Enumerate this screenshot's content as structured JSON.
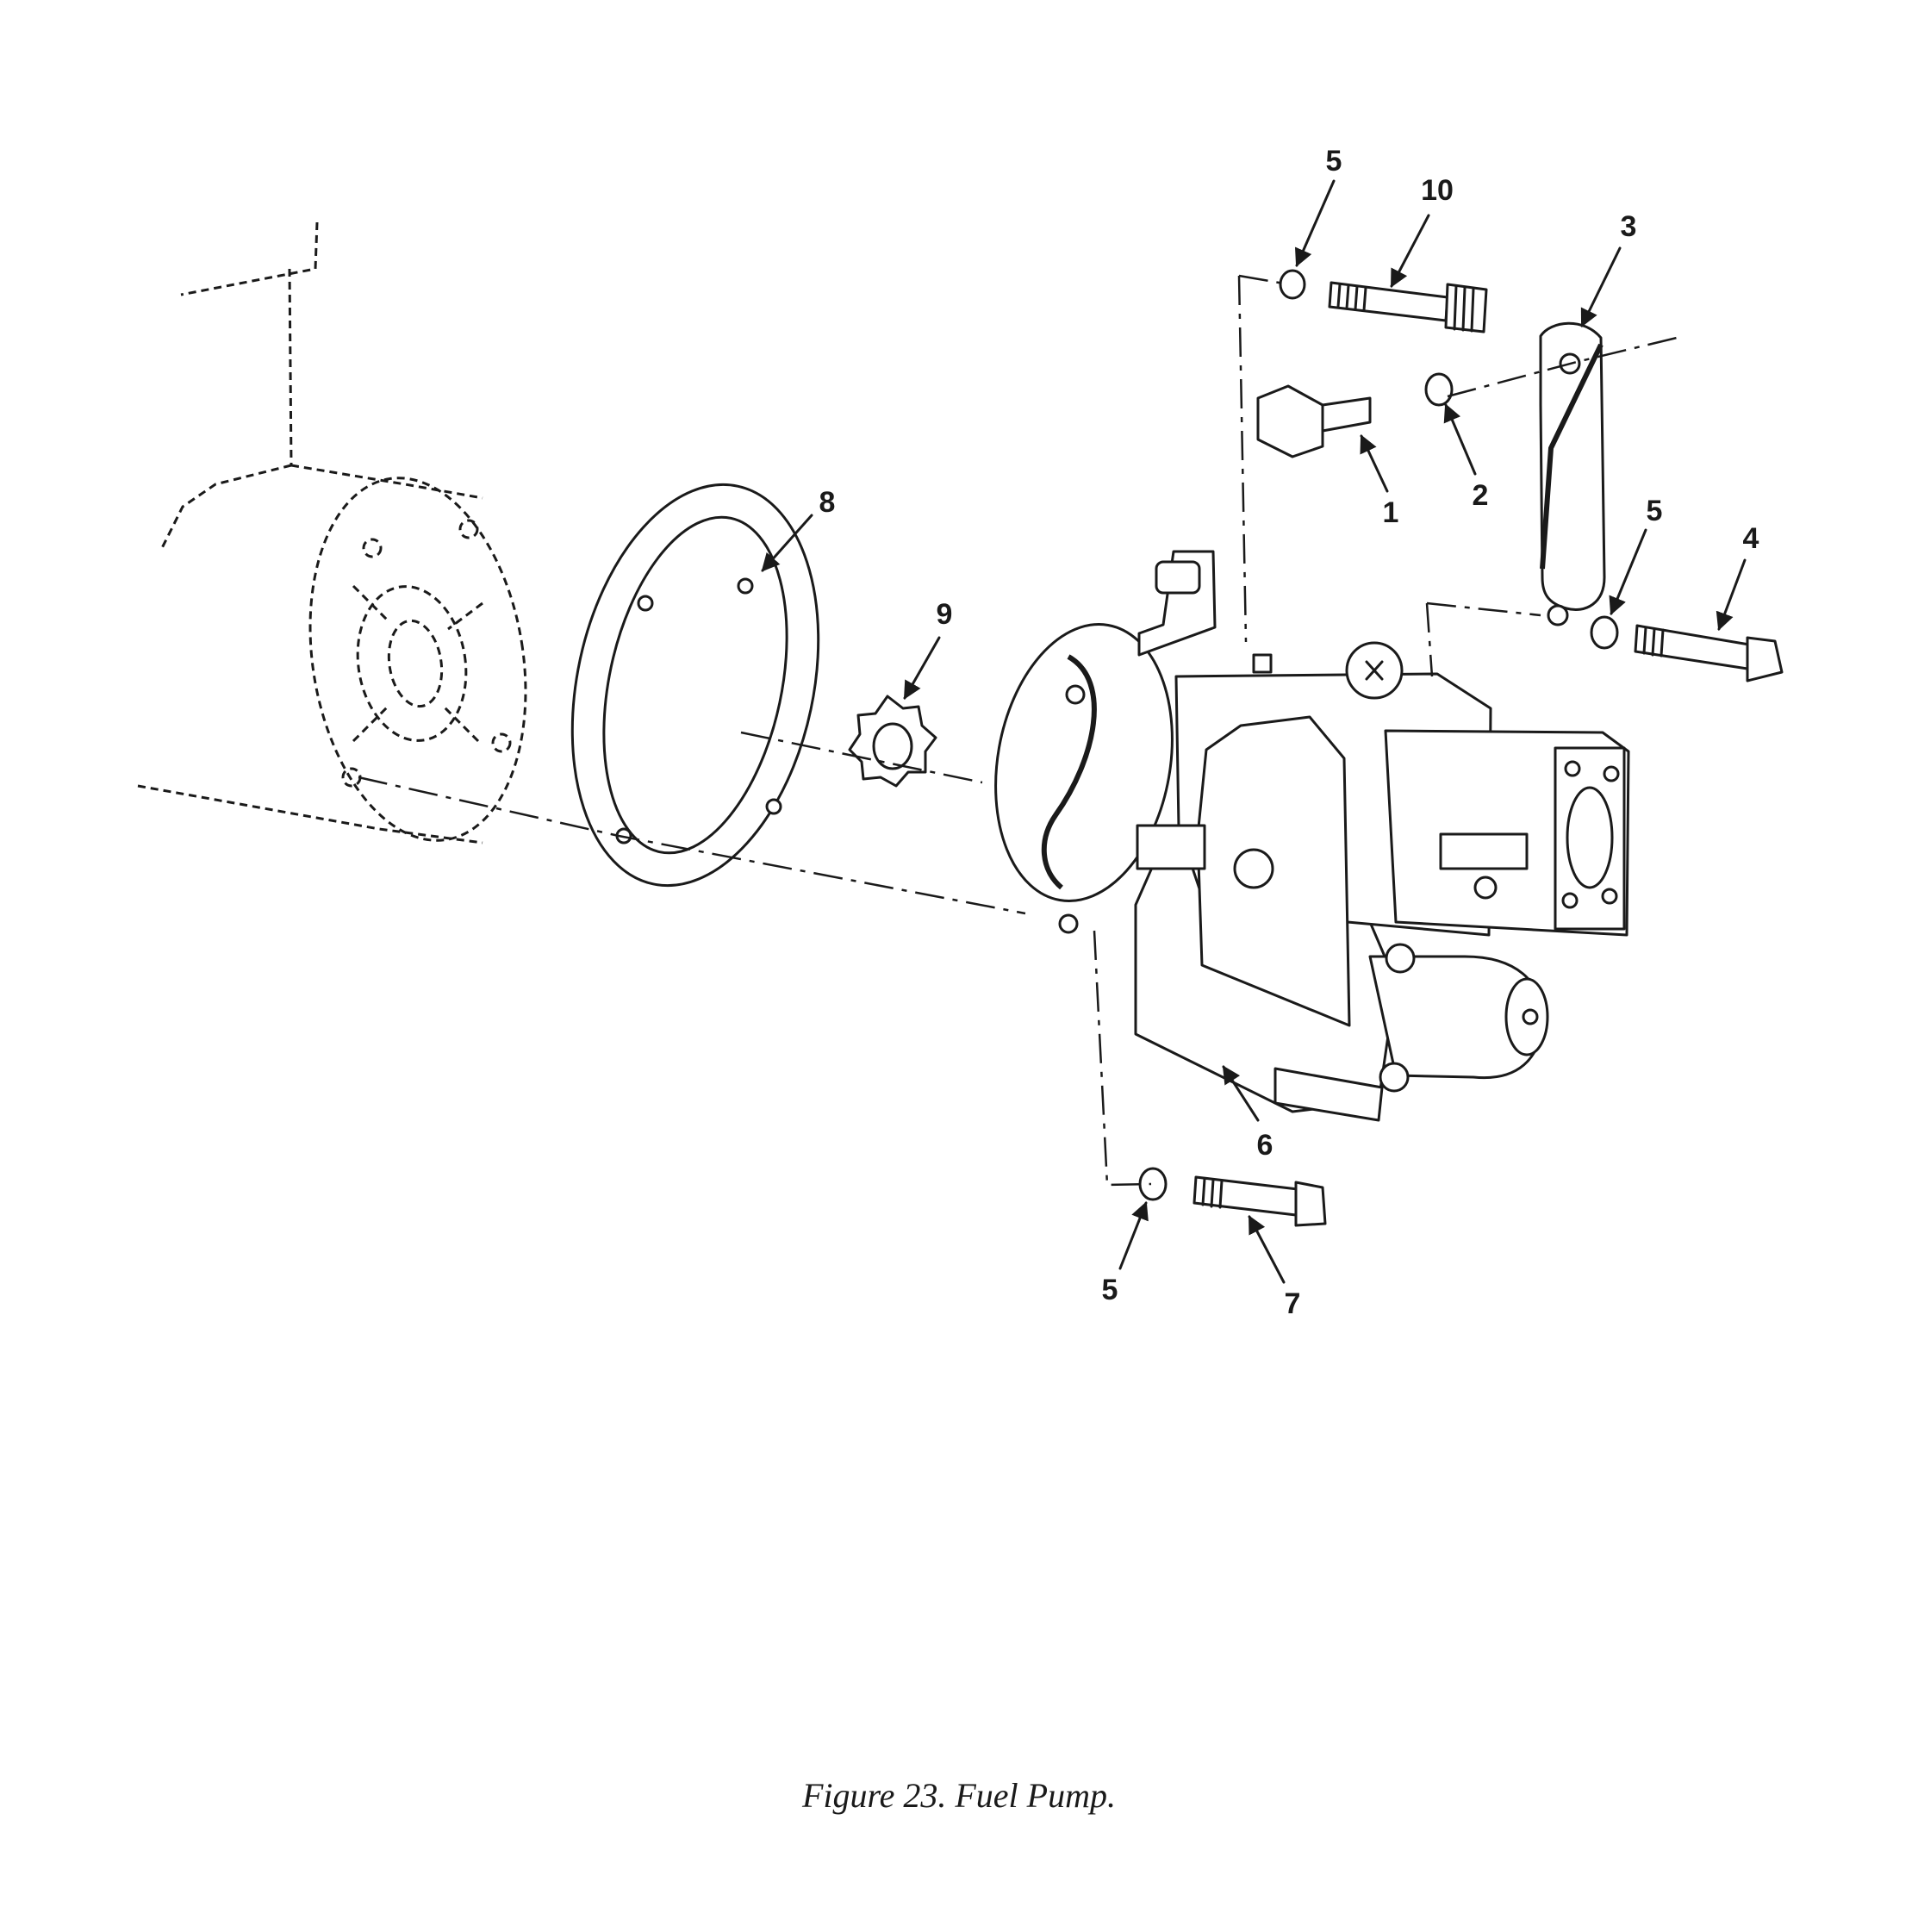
{
  "figure": {
    "caption": "Figure 23. Fuel Pump."
  },
  "callouts": {
    "c1": "1",
    "c2": "2",
    "c3": "3",
    "c4": "4",
    "c5a": "5",
    "c5b": "5",
    "c5c": "5",
    "c6": "6",
    "c7": "7",
    "c8": "8",
    "c9": "9",
    "c10": "10"
  }
}
